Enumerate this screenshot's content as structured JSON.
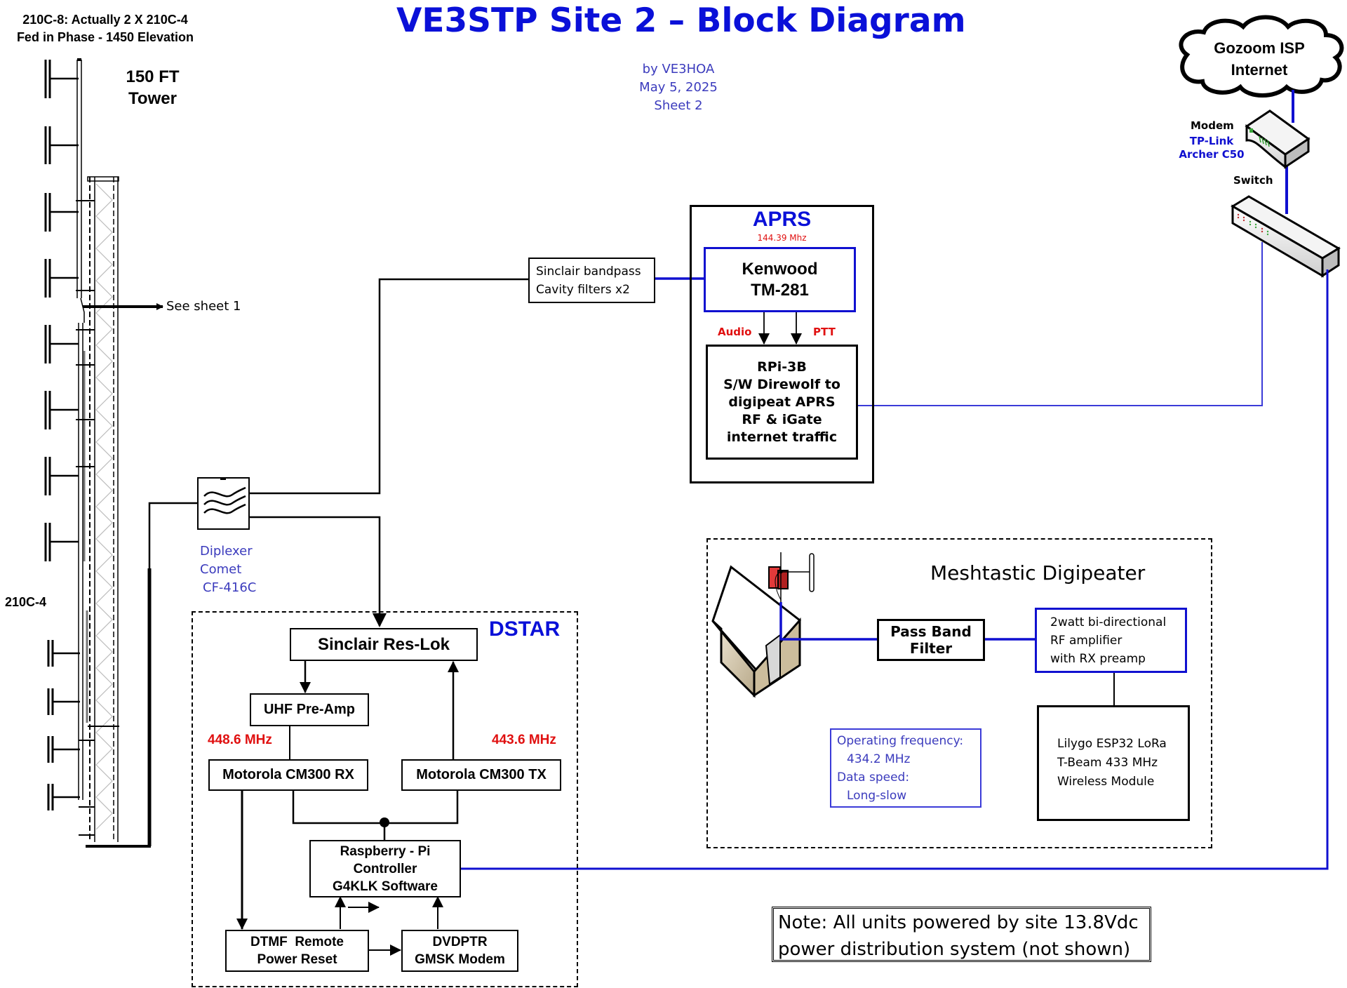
{
  "header": {
    "title": "VE3STP Site 2 – Block Diagram",
    "author": "by VE3HOA",
    "date": "May 5, 2025",
    "sheet": "Sheet 2"
  },
  "antenna": {
    "note_line1": "210C-8: Actually 2 X 210C-4",
    "note_line2": "Fed in Phase - 1450 Elevation",
    "tower_line1": "150 FT",
    "tower_line2": "Tower",
    "lower_label": "210C-4",
    "see_sheet": "See sheet 1"
  },
  "diplexer": {
    "line1": "Diplexer",
    "line2": "Comet",
    "line3": "CF-416C"
  },
  "aprs": {
    "title": "APRS",
    "frequency": "144.39 Mhz",
    "filter_line1": "Sinclair bandpass",
    "filter_line2": "Cavity filters x2",
    "radio_line1": "Kenwood",
    "radio_line2": "TM-281",
    "audio_label": "Audio",
    "ptt_label": "PTT",
    "rpi_lines": [
      "RPi-3B",
      "S/W Direwolf to",
      "digipeat APRS",
      "RF & iGate",
      "internet traffic"
    ]
  },
  "dstar": {
    "title": "DSTAR",
    "resonator": "Sinclair Res-Lok",
    "preamp": "UHF Pre-Amp",
    "rx_freq": "448.6 MHz",
    "tx_freq": "443.6 MHz",
    "rx_radio": "Motorola CM300 RX",
    "tx_radio": "Motorola CM300 TX",
    "controller_lines": [
      "Raspberry - Pi",
      "Controller",
      "G4KLK Software"
    ],
    "dtmf_lines": [
      "DTMF  Remote",
      "Power Reset"
    ],
    "modem_lines": [
      "DVDPTR",
      "GMSK Modem"
    ]
  },
  "network": {
    "cloud_line1": "Gozoom ISP",
    "cloud_line2": "Internet",
    "modem_label": "Modem",
    "modem_model_line1": "TP-Link",
    "modem_model_line2": "Archer C50",
    "switch_label": "Switch"
  },
  "meshtastic": {
    "title": "Meshtastic Digipeater",
    "filter_line1": "Pass Band",
    "filter_line2": "Filter",
    "amp_lines": [
      "2watt bi-directional",
      "RF amplifier",
      "with RX preamp"
    ],
    "module_lines": [
      "Lilygo ESP32 LoRa",
      "T-Beam 433 MHz",
      "Wireless Module"
    ],
    "info_freq_label": "Operating frequency:",
    "info_freq_value": "434.2 MHz",
    "info_speed_label": "Data speed:",
    "info_speed_value": "Long-slow"
  },
  "note": {
    "line1": "Note: All units powered by site 13.8Vdc",
    "line2": "power distribution system (not shown)"
  },
  "colors": {
    "title_blue": "#0a10d8",
    "label_blue": "#3b3bbd",
    "network_blue": "#1010d0",
    "freq_red": "#e01010"
  }
}
